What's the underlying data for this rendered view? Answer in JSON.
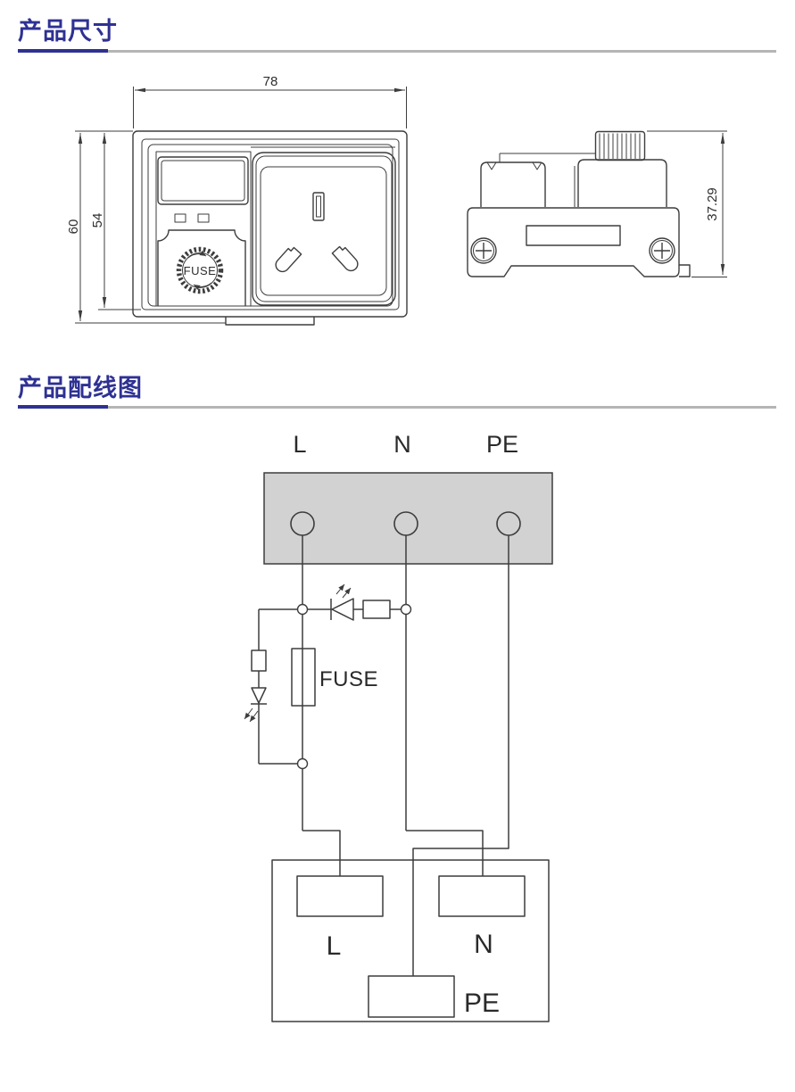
{
  "colors": {
    "accent": "#2e3192",
    "rule_gray": "#b5b5b5",
    "line": "#3d3d3d",
    "terminal_fill": "#d2d2d2"
  },
  "sections": {
    "dimensions": {
      "title": "产品尺寸"
    },
    "wiring": {
      "title": "产品配线图"
    }
  },
  "front_view": {
    "width_dim": "78",
    "outer_height_dim": "60",
    "inner_height_dim": "54",
    "fuse_cap_label": "FUSE"
  },
  "side_view": {
    "height_dim": "37.29"
  },
  "wiring_diagram": {
    "input_terminals": [
      "L",
      "N",
      "PE"
    ],
    "fuse_label": "FUSE",
    "output_terminals": [
      "L",
      "N",
      "PE"
    ]
  }
}
